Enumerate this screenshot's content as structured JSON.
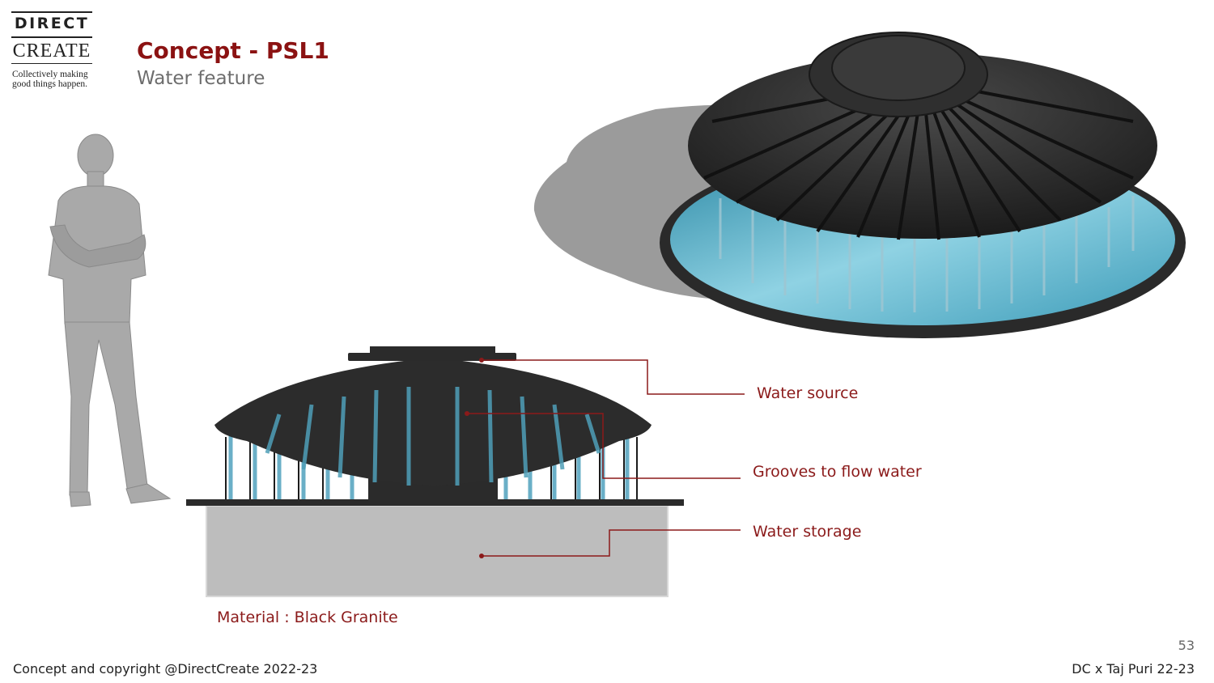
{
  "logo": {
    "line1": "DIRECT",
    "line2": "CREATE",
    "tagline_1": "Collectively making",
    "tagline_2": "good things happen."
  },
  "header": {
    "title": "Concept - PSL1",
    "subtitle": "Water feature"
  },
  "callouts": {
    "water_source": "Water source",
    "grooves": "Grooves to flow water",
    "water_storage": "Water storage"
  },
  "material": "Material : Black Granite",
  "footer": {
    "page_number": "53",
    "copyright": "Concept and copyright @DirectCreate 2022-23",
    "project": "DC x Taj Puri 22-23"
  },
  "colors": {
    "accent": "#8b1212",
    "granite": "#2b2b2b",
    "water": "#5fb4cc",
    "storage": "#bdbdbd"
  }
}
